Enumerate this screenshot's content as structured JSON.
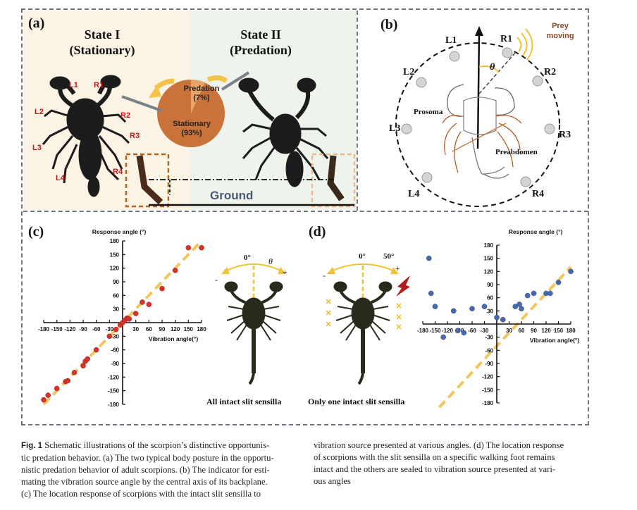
{
  "panel_a": {
    "label": "(a)",
    "state1": {
      "line1": "State I",
      "line2": "(Stationary)"
    },
    "state2": {
      "line1": "State II",
      "line2": "(Predation)"
    },
    "legs": {
      "L1": "L1",
      "R1": "R1",
      "L2": "L2",
      "R2": "R2",
      "L3": "L3",
      "R3": "R3",
      "L4": "L4",
      "R4": "R4"
    },
    "pie": {
      "type": "pie",
      "slices": [
        {
          "label": "Predation",
          "pct_text": "(7%)",
          "value": 7
        },
        {
          "label": "Stationary",
          "pct_text": "(93%)",
          "value": 93
        }
      ],
      "colors": {
        "stationary": "#c9733b",
        "predation": "#c9733b"
      }
    },
    "ground": "Ground"
  },
  "panel_b": {
    "label": "(b)",
    "prey": {
      "line1": "Prey",
      "line2": "moving"
    },
    "theta": "θ",
    "legs": [
      "L1",
      "R1",
      "L2",
      "R2",
      "L3",
      "R3",
      "L4",
      "R4"
    ],
    "prosoma": "Prosoma",
    "preabdomen": "Preabdomen"
  },
  "panel_c": {
    "label": "(c)",
    "icon_zero": "0°",
    "icon_theta": "θ",
    "icon_minus": "-",
    "icon_plus": "+",
    "icon_caption": "All intact slit sensilla"
  },
  "panel_d": {
    "label": "(d)",
    "icon_zero": "0°",
    "icon_fifty": "50°",
    "icon_minus": "-",
    "icon_plus": "+",
    "icon_caption": "Only one intact  slit sensilla"
  },
  "chart_data": [
    {
      "type": "scatter",
      "panel": "c",
      "ylabel": "Response angle (°)",
      "xlabel": "Vibration angle(°)",
      "xlim": [
        -180,
        180
      ],
      "ylim": [
        -180,
        180
      ],
      "xticks": [
        -180,
        -150,
        -120,
        -90,
        -60,
        -30,
        30,
        60,
        90,
        120,
        150,
        180
      ],
      "yticks": [
        180,
        150,
        120,
        90,
        60,
        30,
        -30,
        -60,
        -90,
        -120,
        -150,
        -180
      ],
      "x_tick_labels": [
        "-180",
        "-150",
        "-120",
        "-90",
        "-60",
        "-30",
        "30",
        "60",
        "90",
        "120",
        "150",
        "180"
      ],
      "y_tick_labels": [
        "180",
        "150",
        "120",
        "90",
        "60",
        "30",
        "-30",
        "-60",
        "-90",
        "-120",
        "-150",
        "-180"
      ],
      "marker_color": "#d8322a",
      "fit_line": {
        "x": [
          -180,
          180
        ],
        "y": [
          -180,
          180
        ],
        "color": "#f4c55a"
      },
      "x": [
        -180,
        -170,
        -150,
        -130,
        -125,
        -110,
        -90,
        -85,
        -80,
        -60,
        -30,
        -15,
        -5,
        0,
        5,
        10,
        15,
        30,
        45,
        60,
        90,
        120,
        150,
        180
      ],
      "y": [
        -170,
        -160,
        -145,
        -130,
        -128,
        -110,
        -95,
        -85,
        -80,
        -60,
        -30,
        -15,
        -5,
        0,
        5,
        10,
        8,
        20,
        45,
        40,
        75,
        115,
        165,
        165
      ]
    },
    {
      "type": "scatter",
      "panel": "d",
      "ylabel": "Response angle (°)",
      "xlabel": "Vibration angle(°)",
      "xlim": [
        -180,
        180
      ],
      "ylim": [
        -180,
        180
      ],
      "xticks": [
        -180,
        -150,
        -120,
        -90,
        -60,
        -30,
        30,
        60,
        90,
        120,
        150,
        180
      ],
      "yticks": [
        180,
        150,
        120,
        90,
        60,
        30,
        -30,
        -60,
        -90,
        -120,
        -150,
        -180
      ],
      "x_tick_labels": [
        "-180",
        "-150",
        "-120",
        "-90",
        "-60",
        "-30",
        "30",
        "60",
        "90",
        "120",
        "150",
        "180"
      ],
      "y_tick_labels": [
        "180",
        "150",
        "120",
        "90",
        "60",
        "30",
        "-30",
        "-60",
        "-90",
        "-120",
        "-150",
        "-180"
      ],
      "marker_color": "#3b6db5",
      "fit_line": {
        "x": [
          -140,
          180
        ],
        "y": [
          -190,
          130
        ],
        "color": "#f4c55a"
      },
      "x": [
        -165,
        -160,
        -150,
        -130,
        -105,
        -95,
        -80,
        -60,
        -30,
        0,
        15,
        45,
        55,
        60,
        75,
        90,
        120,
        130,
        150,
        180
      ],
      "y": [
        150,
        70,
        40,
        -30,
        30,
        -15,
        -20,
        35,
        40,
        15,
        10,
        40,
        45,
        35,
        65,
        70,
        70,
        70,
        95,
        120
      ]
    }
  ],
  "caption": {
    "fig_label": "Fig. 1",
    "left_lines": [
      "Schematic illustrations of the scorpion’s distinctive opportunis-",
      "tic predation behavior. (a) The two typical body posture in the opportu-",
      "nistic predation behavior of adult scorpions. (b) The indicator for esti-",
      "mating the vibration source angle by the central axis of its backplane.",
      "(c) The location response of scorpions with the intact slit sensilla to"
    ],
    "right_lines": [
      "vibration source presented at various angles. (d) The location response",
      "of scorpions with the slit sensilla on a specific walking foot remains",
      "intact and the others are sealed to vibration source presented at vari-",
      "ous angles"
    ]
  }
}
